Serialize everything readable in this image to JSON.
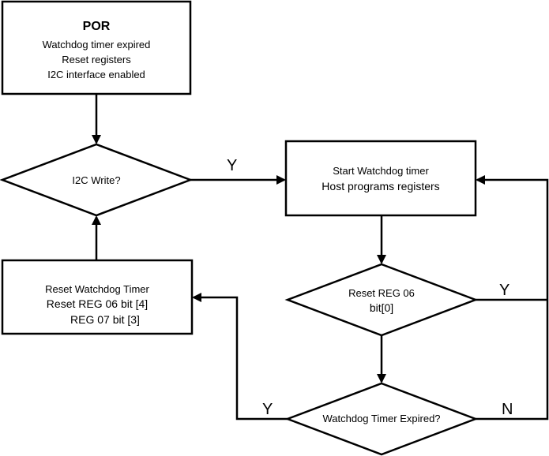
{
  "boxes": {
    "por": {
      "title": "POR",
      "line1": "Watchdog timer expired",
      "line2": "Reset registers",
      "line3": "I2C interface enabled"
    },
    "start": {
      "line1": "Start Watchdog timer",
      "line2": "Host programs registers"
    },
    "reset_wd": {
      "line1": "Reset Watchdog Timer",
      "line2": "Reset REG 06 bit [4]",
      "line3": "REG 07 bit [3]"
    }
  },
  "decisions": {
    "i2c_write": "I2C Write?",
    "reset_reg06": {
      "line1": "Reset REG 06",
      "line2": "bit[0]"
    },
    "wd_expired": "Watchdog Timer Expired?"
  },
  "labels": {
    "i2c_yes": "Y",
    "reg06_yes": "Y",
    "expired_yes": "Y",
    "expired_no": "N"
  }
}
